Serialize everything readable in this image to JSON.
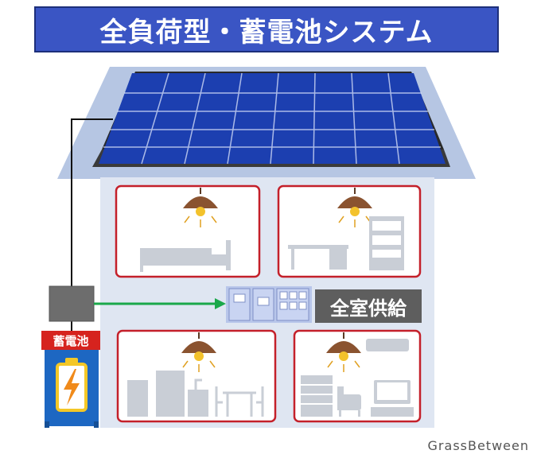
{
  "title": "全負荷型・蓄電池システム",
  "supply_label": "全室供給",
  "battery_label": "蓄電池",
  "watermark": "GrassBetween",
  "colors": {
    "title_bg": "#3a55c4",
    "house_wall": "#dfe6f2",
    "roof": "#b6c6e3",
    "room_border": "#c4202a",
    "arrow": "#1aa84a",
    "panel": "#1c3fb0",
    "battery": "#1d67c2"
  },
  "icons": [
    "solar-panel-icon",
    "pendant-lamp-icon",
    "bed-icon",
    "desk-icon",
    "bookshelf-icon",
    "distribution-board-icon",
    "battery-icon",
    "lightning-icon",
    "fridge-icon",
    "sink-icon",
    "dining-table-icon",
    "air-conditioner-icon",
    "dresser-icon",
    "armchair-icon",
    "tv-icon"
  ]
}
